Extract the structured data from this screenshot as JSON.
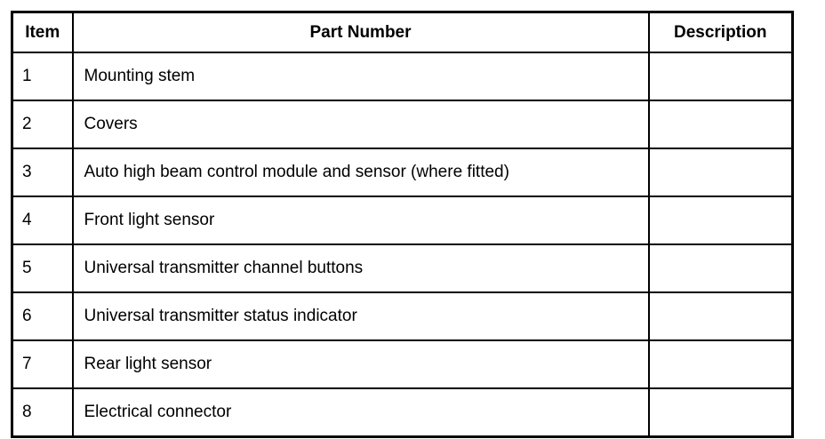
{
  "table": {
    "headers": {
      "item": "Item",
      "part_number": "Part Number",
      "description": "Description"
    },
    "rows": [
      {
        "item": "1",
        "part_number": "Mounting stem",
        "description": ""
      },
      {
        "item": "2",
        "part_number": "Covers",
        "description": ""
      },
      {
        "item": "3",
        "part_number": "Auto high beam control module and sensor (where fitted)",
        "description": ""
      },
      {
        "item": "4",
        "part_number": "Front light sensor",
        "description": ""
      },
      {
        "item": "5",
        "part_number": "Universal transmitter channel buttons",
        "description": ""
      },
      {
        "item": "6",
        "part_number": "Universal transmitter status indicator",
        "description": ""
      },
      {
        "item": "7",
        "part_number": "Rear light sensor",
        "description": ""
      },
      {
        "item": "8",
        "part_number": "Electrical connector",
        "description": ""
      }
    ],
    "colors": {
      "border": "#000000",
      "text": "#000000",
      "background": "#ffffff"
    }
  }
}
